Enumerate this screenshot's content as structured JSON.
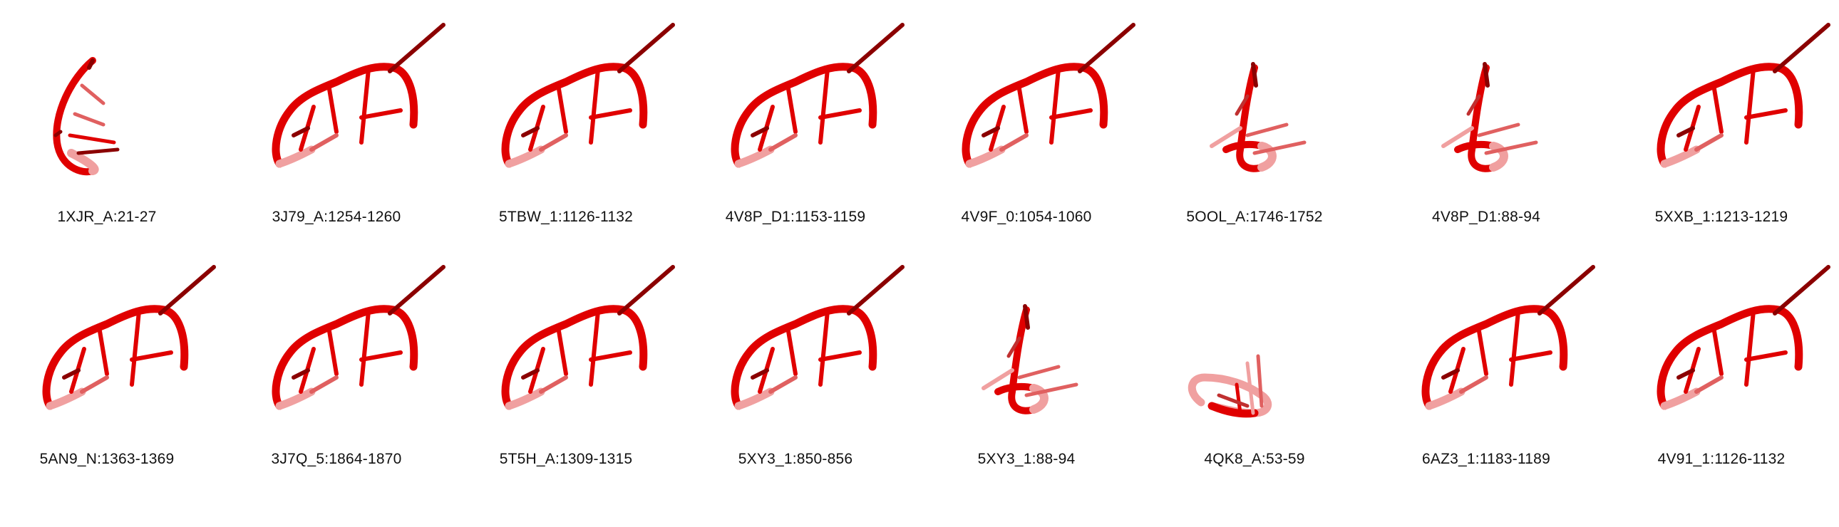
{
  "style": {
    "strand_color": "#e00000",
    "dark_color": "#8b0000",
    "faded_color": "#f0a0a0"
  },
  "structures": [
    {
      "label": "1XJR_A:21-27",
      "shape": "A"
    },
    {
      "label": "3J79_A:1254-1260",
      "shape": "B"
    },
    {
      "label": "5TBW_1:1126-1132",
      "shape": "B"
    },
    {
      "label": "4V8P_D1:1153-1159",
      "shape": "B"
    },
    {
      "label": "4V9F_0:1054-1060",
      "shape": "B"
    },
    {
      "label": "5OOL_A:1746-1752",
      "shape": "C"
    },
    {
      "label": "4V8P_D1:88-94",
      "shape": "C"
    },
    {
      "label": "5XXB_1:1213-1219",
      "shape": "B"
    },
    {
      "label": "5AN9_N:1363-1369",
      "shape": "B"
    },
    {
      "label": "3J7Q_5:1864-1870",
      "shape": "B"
    },
    {
      "label": "5T5H_A:1309-1315",
      "shape": "B"
    },
    {
      "label": "5XY3_1:850-856",
      "shape": "B"
    },
    {
      "label": "5XY3_1:88-94",
      "shape": "C"
    },
    {
      "label": "4QK8_A:53-59",
      "shape": "D"
    },
    {
      "label": "6AZ3_1:1183-1189",
      "shape": "B"
    },
    {
      "label": "4V91_1:1126-1132",
      "shape": "B"
    }
  ]
}
